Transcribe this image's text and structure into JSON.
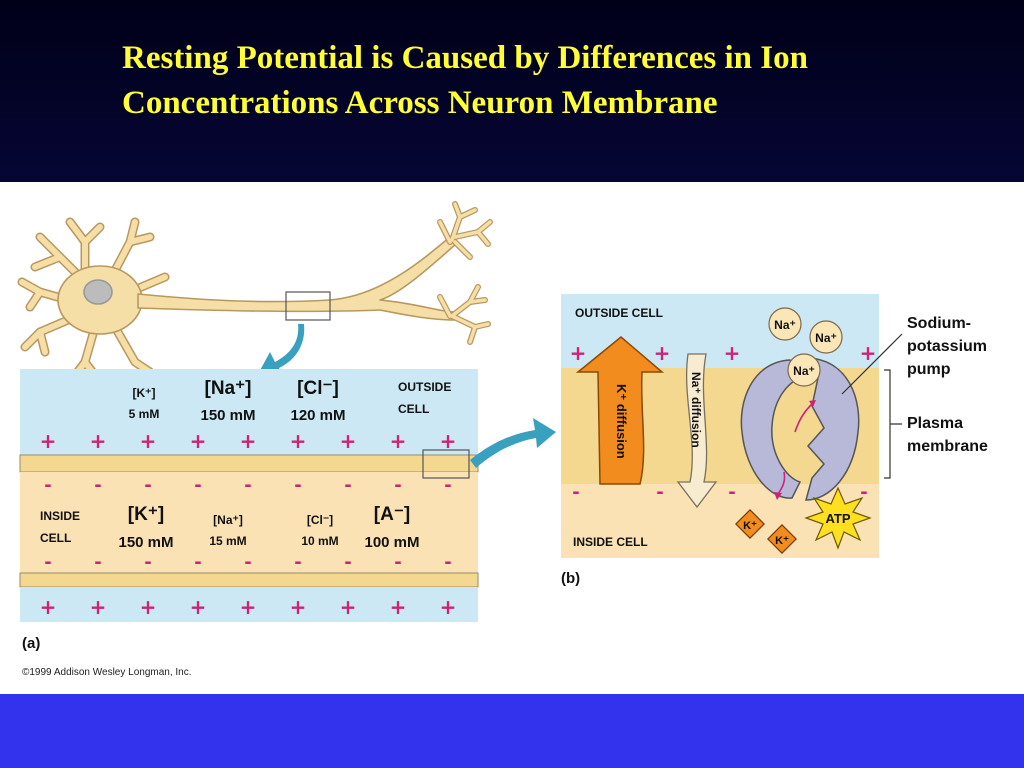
{
  "slide": {
    "title": "Resting Potential is Caused by Differences in Ion Concentrations Across Neuron Membrane"
  },
  "colors": {
    "title_text": "#ffff33",
    "outside_fluid": "#cce8f4",
    "inside_fluid": "#fbe2b4",
    "membrane": "#f4d890",
    "charge_signs": "#cc2277",
    "arrow_blue": "#3aa0c0",
    "k_arrow": "#f28c1e",
    "pump": "#b8b8d8",
    "sodium_ion": "#fbe6b8",
    "atp": "#ffe020"
  },
  "panel_a": {
    "label": "(a)",
    "outside": {
      "label_line1": "OUTSIDE",
      "label_line2": "CELL",
      "k_ion": "[K⁺]",
      "k_conc": "5 mM",
      "na_ion": "[Na⁺]",
      "na_conc": "150 mM",
      "cl_ion": "[Cl⁻]",
      "cl_conc": "120 mM"
    },
    "inside": {
      "label_line1": "INSIDE",
      "label_line2": "CELL",
      "k_ion": "[K⁺]",
      "k_conc": "150 mM",
      "na_ion": "[Na⁺]",
      "na_conc": "15 mM",
      "cl_ion": "[Cl⁻]",
      "cl_conc": "10 mM",
      "a_ion": "[A⁻]",
      "a_conc": "100 mM"
    },
    "plus_sign": "+",
    "minus_sign": "-",
    "copyright": "©1999 Addison Wesley Longman, Inc."
  },
  "panel_b": {
    "label": "(b)",
    "outside_label": "OUTSIDE CELL",
    "inside_label": "INSIDE CELL",
    "k_diffusion": "K⁺ diffusion",
    "na_diffusion": "Na⁺ diffusion",
    "na_ion": "Na⁺",
    "k_ion": "K⁺",
    "atp": "ATP",
    "pump_label_line1": "Sodium-",
    "pump_label_line2": "potassium",
    "pump_label_line3": "pump",
    "membrane_label_line1": "Plasma",
    "membrane_label_line2": "membrane"
  }
}
